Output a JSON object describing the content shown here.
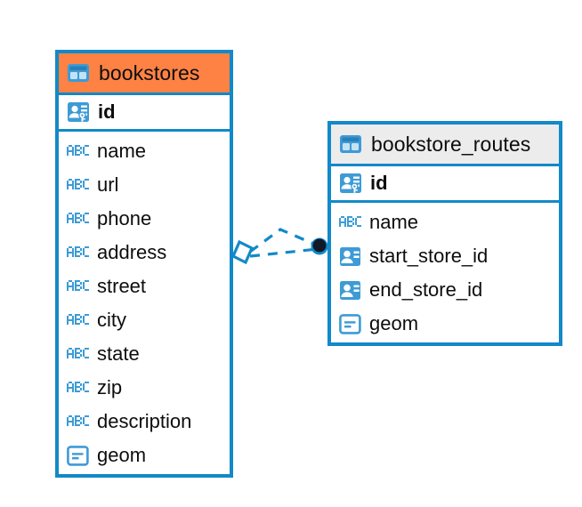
{
  "diagram": {
    "type": "entity-relationship-diagram",
    "background": "#ffffff",
    "accent_blue": "#1289c8",
    "accent_orange": "#fd8244",
    "header_grey": "#ececec",
    "relationship": {
      "name": "bookstores-to-bookstore_routes",
      "style": "dashed",
      "color": "#1289c8",
      "source_marker": "diamond",
      "target_marker": "filled-circle",
      "branch_count": 2
    }
  },
  "tables": [
    {
      "name": "bookstores",
      "header_style": "accent-orange",
      "table_icon": "table-grid-icon",
      "primary_key": {
        "label": "id",
        "icon": "primary-key-icon"
      },
      "fields": [
        {
          "label": "name",
          "icon": "text-type-icon",
          "icon_glyph": "ABC"
        },
        {
          "label": "url",
          "icon": "text-type-icon",
          "icon_glyph": "ABC"
        },
        {
          "label": "phone",
          "icon": "text-type-icon",
          "icon_glyph": "ABC"
        },
        {
          "label": "address",
          "icon": "text-type-icon",
          "icon_glyph": "ABC"
        },
        {
          "label": "street",
          "icon": "text-type-icon",
          "icon_glyph": "ABC"
        },
        {
          "label": "city",
          "icon": "text-type-icon",
          "icon_glyph": "ABC"
        },
        {
          "label": "state",
          "icon": "text-type-icon",
          "icon_glyph": "ABC"
        },
        {
          "label": "zip",
          "icon": "text-type-icon",
          "icon_glyph": "ABC"
        },
        {
          "label": "description",
          "icon": "text-type-icon",
          "icon_glyph": "ABC"
        },
        {
          "label": "geom",
          "icon": "geometry-type-icon",
          "icon_glyph": ""
        }
      ]
    },
    {
      "name": "bookstore_routes",
      "header_style": "accent-grey",
      "table_icon": "table-grid-icon",
      "primary_key": {
        "label": "id",
        "icon": "primary-key-icon"
      },
      "fields": [
        {
          "label": "name",
          "icon": "text-type-icon",
          "icon_glyph": "ABC"
        },
        {
          "label": "start_store_id",
          "icon": "foreign-key-icon",
          "icon_glyph": ""
        },
        {
          "label": "end_store_id",
          "icon": "foreign-key-icon",
          "icon_glyph": ""
        },
        {
          "label": "geom",
          "icon": "geometry-type-icon",
          "icon_glyph": ""
        }
      ]
    }
  ]
}
